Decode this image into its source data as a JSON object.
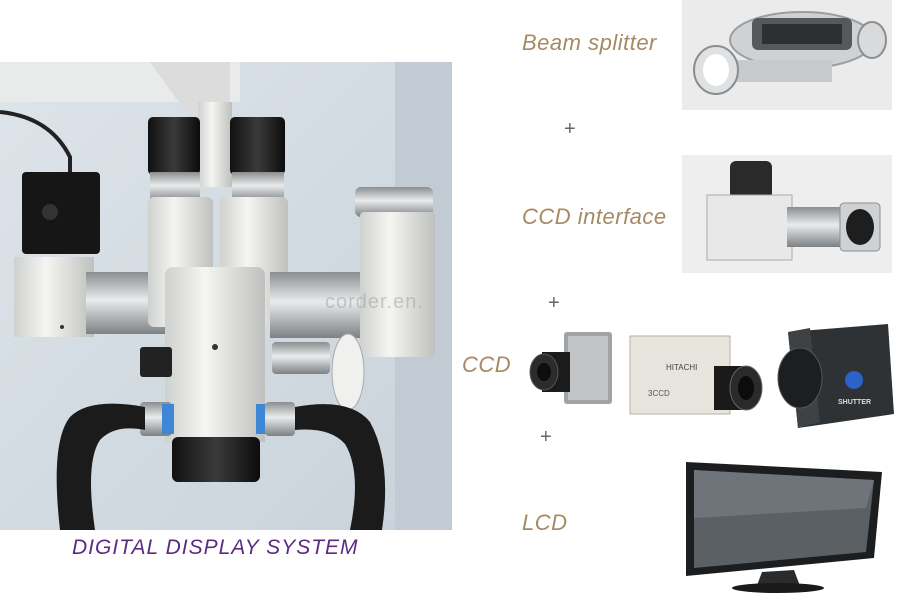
{
  "labels": {
    "beam_splitter": "Beam splitter",
    "ccd_interface": "CCD interface",
    "ccd": "CCD",
    "lcd": "LCD"
  },
  "plus_signs": [
    "+",
    "+",
    "+"
  ],
  "caption": "DIGITAL DISPLAY SYSTEM",
  "watermark": "corder.en.",
  "camera_texts": {
    "hitachi_brand": "HITACHI",
    "hitachi_model": "3CCD",
    "shutter": "SHUTTER"
  },
  "colors": {
    "label": "#a58a63",
    "caption": "#5a2c83",
    "blue_ring": "#3f86d6"
  }
}
